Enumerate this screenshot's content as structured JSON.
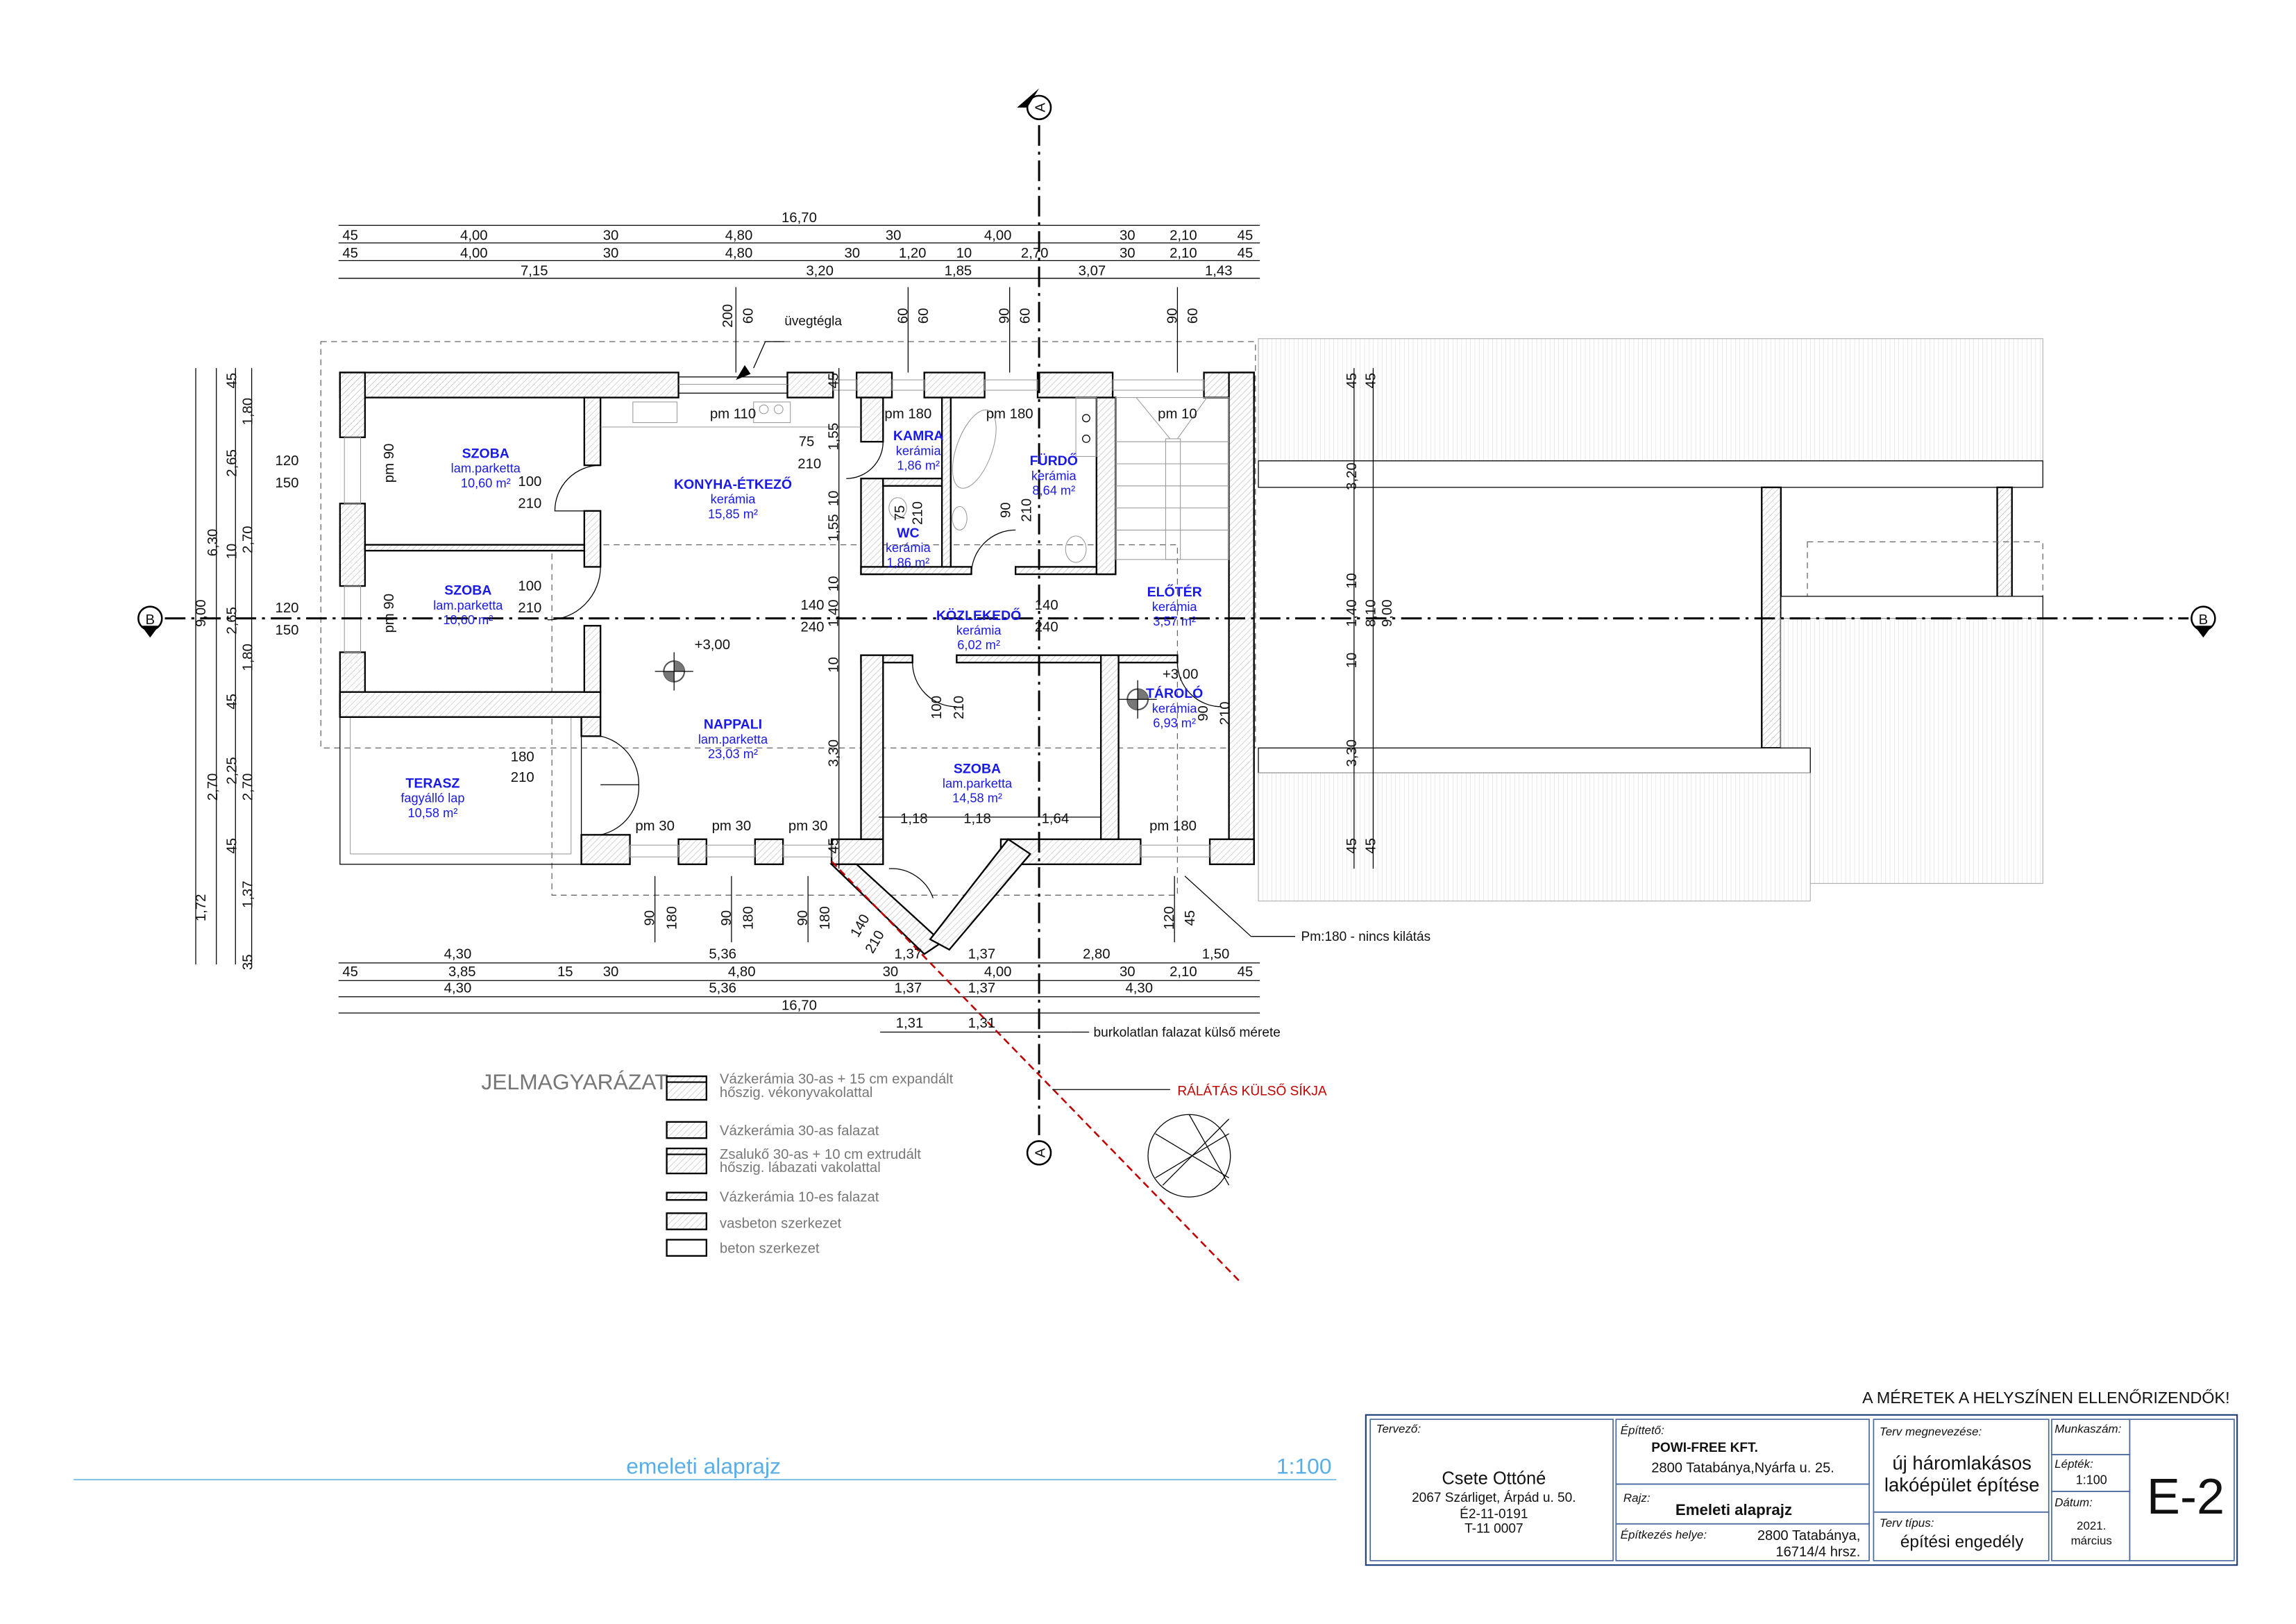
{
  "drawing": {
    "title": "emeleti alaprajz",
    "scale": "1:100",
    "warning": "A MÉRETEK A HELYSZÍNEN ELLENŐRIZENDŐK!",
    "section_plane_label": "RÁLÁTÁS KÜLSŐ SÍKJA",
    "glass_block_label": "üvegtégla",
    "view_note": "Pm:180 - nincs kilátás",
    "unclad_note": "burkolatlan falazat külső mérete"
  },
  "axes": {
    "a": "A",
    "b": "B"
  },
  "rooms": [
    {
      "name": "SZOBA",
      "floor": "lam.parketta",
      "area": "10,60 m²"
    },
    {
      "name": "SZOBA",
      "floor": "lam.parketta",
      "area": "10,60 m²"
    },
    {
      "name": "KONYHA-ÉTKEZŐ",
      "floor": "kerámia",
      "area": "15,85 m²"
    },
    {
      "name": "KAMRA",
      "floor": "kerámia",
      "area": "1,86 m²"
    },
    {
      "name": "WC",
      "floor": "kerámia",
      "area": "1,86 m²"
    },
    {
      "name": "FÜRDŐ",
      "floor": "kerámia",
      "area": "8,64 m²"
    },
    {
      "name": "KÖZLEKEDŐ",
      "floor": "kerámia",
      "area": "6,02 m²"
    },
    {
      "name": "ELŐTÉR",
      "floor": "kerámia",
      "area": "3,57 m²"
    },
    {
      "name": "NAPPALI",
      "floor": "lam.parketta",
      "area": "23,03 m²"
    },
    {
      "name": "SZOBA",
      "floor": "lam.parketta",
      "area": "14,58 m²"
    },
    {
      "name": "TÁROLÓ",
      "floor": "kerámia",
      "area": "6,93 m²"
    },
    {
      "name": "TERASZ",
      "floor": "fagyálló lap",
      "area": "10,58 m²"
    }
  ],
  "levels": [
    "+3,00",
    "+3,00"
  ],
  "dims": {
    "top": {
      "total": "16,70",
      "row1": [
        "45",
        "4,00",
        "30",
        "4,80",
        "30",
        "4,00",
        "30",
        "2,10",
        "45"
      ],
      "row2": [
        "45",
        "4,00",
        "30",
        "4,80",
        "30",
        "1,20",
        "10",
        "2,70",
        "30",
        "2,10",
        "45"
      ],
      "row3": [
        "7,15",
        "3,20",
        "1,85",
        "3,07",
        "1,43"
      ]
    },
    "top_openings": [
      "200",
      "60",
      "60",
      "60",
      "90",
      "60",
      "90",
      "60"
    ],
    "bottom": {
      "row1": [
        "4,30",
        "5,36",
        "1,37",
        "1,37",
        "2,80",
        "1,50"
      ],
      "row2": [
        "45",
        "3,85",
        "15",
        "30",
        "4,80",
        "30",
        "4,00",
        "30",
        "2,10",
        "45"
      ],
      "row3": [
        "4,30",
        "5,36",
        "1,37",
        "1,37",
        "4,30"
      ],
      "total": "16,70",
      "row5": [
        "1,31",
        "1,31"
      ]
    },
    "bottom_openings": [
      "90",
      "180",
      "90",
      "180",
      "90",
      "180",
      "140",
      "210",
      "120",
      "45"
    ],
    "left": [
      "9,00",
      "1,72",
      "6,30",
      "2,70",
      "45",
      "2,65",
      "10",
      "2,65",
      "45",
      "2,25",
      "45",
      "35",
      "1,80",
      "2,70",
      "1,80",
      "2,70",
      "1,37"
    ],
    "left_openings": [
      "120",
      "150",
      "120",
      "150"
    ],
    "interior_v": [
      "45",
      "1,55",
      "10",
      "1,55",
      "10",
      "1,40",
      "10",
      "3,30",
      "45"
    ],
    "right": [
      "45",
      "45",
      "3,20",
      "10",
      "1,40",
      "8,10",
      "9,00",
      "10",
      "3,30",
      "45",
      "45"
    ],
    "szoba_row": [
      "1,18",
      "1,18",
      "1,64"
    ]
  },
  "annotations": [
    "pm 90",
    "pm 90",
    "100",
    "210",
    "100",
    "210",
    "180",
    "210",
    "pm 110",
    "75",
    "210",
    "140",
    "240",
    "pm 30",
    "pm 30",
    "pm 30",
    "pm 180",
    "pm 180",
    "pm 10",
    "75",
    "210",
    "90",
    "210",
    "140",
    "240",
    "100",
    "210",
    "90",
    "210",
    "pm 180"
  ],
  "legend": {
    "title": "JELMAGYARÁZAT:",
    "items": [
      {
        "line1": "Vázkerámia 30-as + 15 cm expandált",
        "line2": "hőszig. vékonyvakolattal"
      },
      {
        "line1": "Vázkerámia 30-as falazat",
        "line2": ""
      },
      {
        "line1": "Zsalukő 30-as + 10 cm extrudált",
        "line2": "hőszig. lábazati vakolattal"
      },
      {
        "line1": "Vázkerámia 10-es falazat",
        "line2": ""
      },
      {
        "line1": "vasbeton szerkezet",
        "line2": ""
      },
      {
        "line1": "beton szerkezet",
        "line2": ""
      }
    ]
  },
  "title_block": {
    "designer_label": "Tervező:",
    "designer_name": "Csete Ottóné",
    "designer_address": "2067 Szárliget, Árpád u. 50.",
    "designer_reg1": "É2-11-0191",
    "designer_reg2": "T-11 0007",
    "client_label": "Építtető:",
    "client_name": "POWI-FREE KFT.",
    "client_address": "2800 Tatabánya,Nyárfa u. 25.",
    "drawing_label": "Rajz:",
    "drawing_name": "Emeleti alaprajz",
    "site_label": "Építkezés helye:",
    "site_line1": "2800 Tatabánya,",
    "site_line2": "16714/4 hrsz.",
    "project_label": "Terv megnevezése:",
    "project_line1": "új háromlakásos",
    "project_line2": "lakóépület építése",
    "type_label": "Terv típus:",
    "type_value": "építési engedély",
    "job_label": "Munkaszám:",
    "scale_label": "Lépték:",
    "scale_value": "1:100",
    "date_label": "Dátum:",
    "date_line1": "2021.",
    "date_line2": "március",
    "sheet": "E-2"
  },
  "colors": {
    "room_label": "#1a1ae6",
    "title": "#5aaee8",
    "section_line": "#c00000",
    "frame": "#1f3d7a"
  }
}
